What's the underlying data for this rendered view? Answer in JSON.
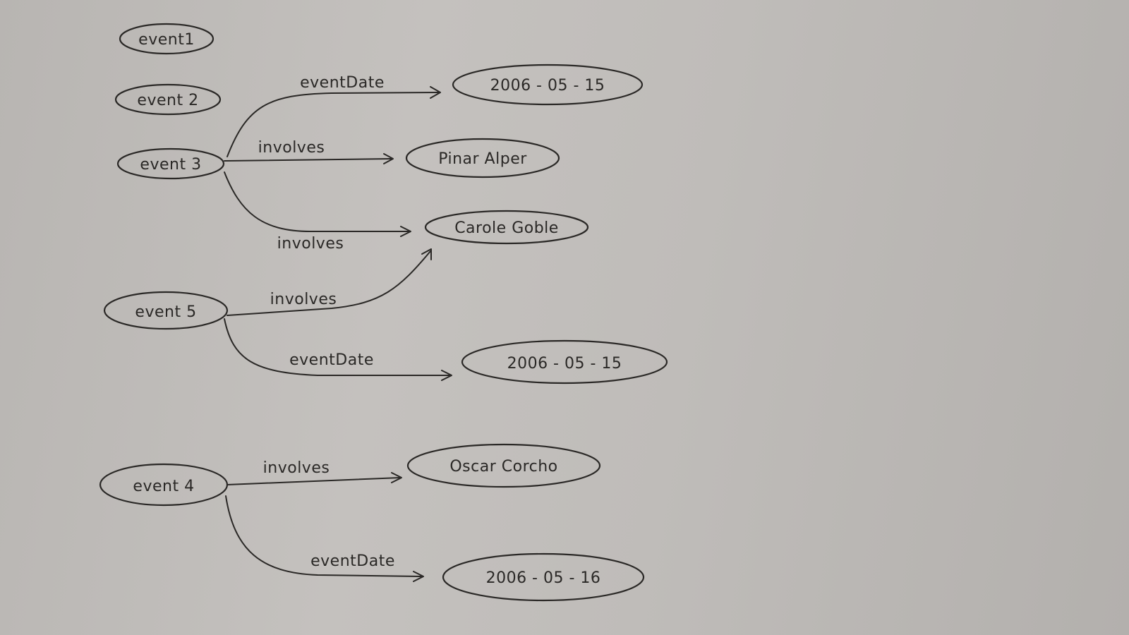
{
  "nodes": {
    "event1": "event1",
    "event2": "event 2",
    "event3": "event 3",
    "event5": "event 5",
    "event4": "event 4",
    "date_event3": "2006 - 05 - 15",
    "person_pinar": "Pinar Alper",
    "person_carole": "Carole Goble",
    "date_event5": "2006 - 05 - 15",
    "person_oscar": "Oscar Corcho",
    "date_event4": "2006 - 05 - 16"
  },
  "edges": {
    "e3_eventdate": "eventDate",
    "e3_involves_pinar": "involves",
    "e3_involves_carole": "involves",
    "e5_involves_carole": "involves",
    "e5_eventdate": "eventDate",
    "e4_involves_oscar": "involves",
    "e4_eventdate": "eventDate"
  }
}
